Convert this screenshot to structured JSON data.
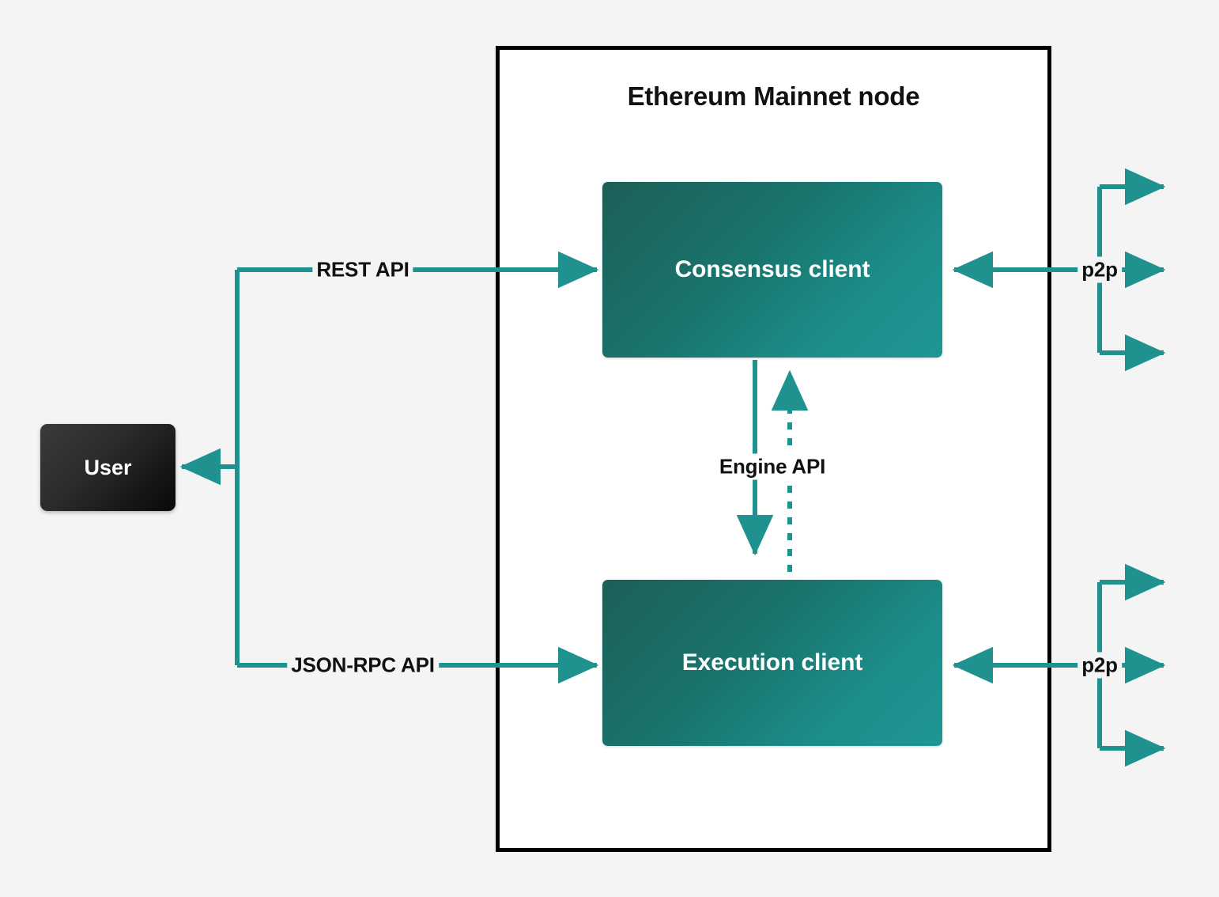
{
  "diagram": {
    "type": "block-architecture",
    "background_color": "#f4f4f4",
    "accent_color": "#1f9290",
    "node_container": {
      "title": "Ethereum Mainnet node",
      "border_color": "#000000",
      "fill_color": "#ffffff"
    },
    "boxes": [
      {
        "id": "consensus-client",
        "label": "Consensus client",
        "fill_from": "#1c5f57",
        "fill_to": "#1f9693",
        "text_color": "#ffffff"
      },
      {
        "id": "execution-client",
        "label": "Execution client",
        "fill_from": "#1c5f57",
        "fill_to": "#1f9693",
        "text_color": "#ffffff"
      },
      {
        "id": "user",
        "label": "User",
        "fill_from": "#3a3a3a",
        "fill_to": "#090909",
        "text_color": "#ffffff"
      }
    ],
    "edges": [
      {
        "id": "rest-api",
        "label": "REST API",
        "from": "user",
        "to": "consensus-client",
        "style": "solid",
        "direction": "forward"
      },
      {
        "id": "json-rpc-api",
        "label": "JSON-RPC API",
        "from": "user",
        "to": "execution-client",
        "style": "solid",
        "direction": "forward"
      },
      {
        "id": "engine-api-down",
        "label": "Engine API",
        "from": "consensus-client",
        "to": "execution-client",
        "style": "solid",
        "direction": "down"
      },
      {
        "id": "engine-api-up",
        "label": "Engine API",
        "from": "execution-client",
        "to": "consensus-client",
        "style": "dotted",
        "direction": "up"
      },
      {
        "id": "p2p-consensus",
        "label": "p2p",
        "from": "network",
        "to": "consensus-client",
        "style": "solid",
        "direction": "bidirectional",
        "peer_branches": 3
      },
      {
        "id": "p2p-execution",
        "label": "p2p",
        "from": "network",
        "to": "execution-client",
        "style": "solid",
        "direction": "bidirectional",
        "peer_branches": 3
      },
      {
        "id": "response-to-user",
        "label": "",
        "from": "node",
        "to": "user",
        "style": "solid",
        "direction": "forward"
      }
    ]
  }
}
